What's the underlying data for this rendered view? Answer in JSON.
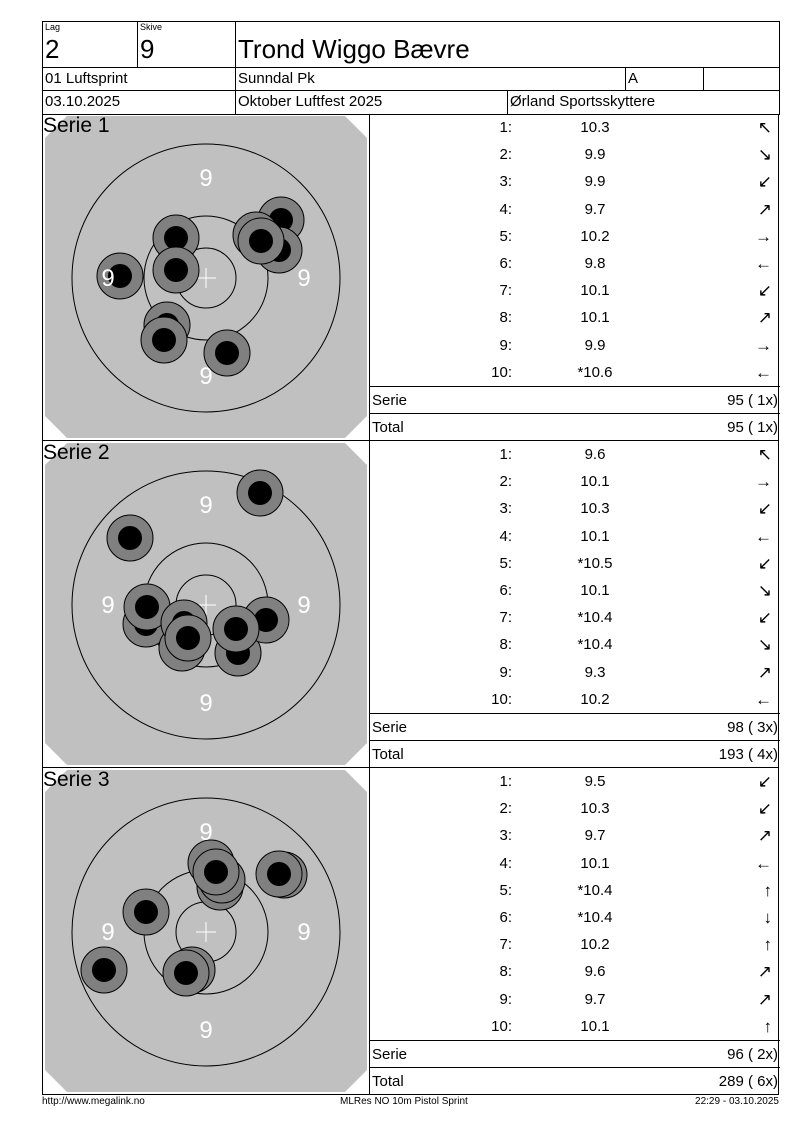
{
  "header": {
    "lag_label": "Lag",
    "lag": "2",
    "skive_label": "Skive",
    "skive": "9",
    "name": "Trond Wiggo Bævre",
    "event": "01 Luftsprint",
    "club": "Sunndal Pk",
    "class": "A",
    "class2": "",
    "date": "03.10.2025",
    "competition": "Oktober Luftfest 2025",
    "organizer": "Ørland Sportsskyttere"
  },
  "ring_label": "9",
  "series": [
    {
      "title": "Serie 1",
      "shots": [
        [
          "1:",
          "10.3",
          "↖"
        ],
        [
          "2:",
          "9.9",
          "↘"
        ],
        [
          "3:",
          "9.9",
          "↙"
        ],
        [
          "4:",
          "9.7",
          "↗"
        ],
        [
          "5:",
          "10.2",
          "→"
        ],
        [
          "6:",
          "9.8",
          "←"
        ],
        [
          "7:",
          "10.1",
          "↙"
        ],
        [
          "8:",
          "10.1",
          "↗"
        ],
        [
          "9:",
          "9.9",
          "→"
        ],
        [
          "10:",
          "*10.6",
          "←"
        ]
      ],
      "serie_label": "Serie",
      "serie": "95 ( 1x)",
      "total_label": "Total",
      "total": "95 ( 1x)"
    },
    {
      "title": "Serie 2",
      "shots": [
        [
          "1:",
          "9.6",
          "↖"
        ],
        [
          "2:",
          "10.1",
          "→"
        ],
        [
          "3:",
          "10.3",
          "↙"
        ],
        [
          "4:",
          "10.1",
          "←"
        ],
        [
          "5:",
          "*10.5",
          "↙"
        ],
        [
          "6:",
          "10.1",
          "↘"
        ],
        [
          "7:",
          "*10.4",
          "↙"
        ],
        [
          "8:",
          "*10.4",
          "↘"
        ],
        [
          "9:",
          "9.3",
          "↗"
        ],
        [
          "10:",
          "10.2",
          "←"
        ]
      ],
      "serie_label": "Serie",
      "serie": "98 ( 3x)",
      "total_label": "Total",
      "total": "193 ( 4x)"
    },
    {
      "title": "Serie 3",
      "shots": [
        [
          "1:",
          "9.5",
          "↙"
        ],
        [
          "2:",
          "10.3",
          "↙"
        ],
        [
          "3:",
          "9.7",
          "↗"
        ],
        [
          "4:",
          "10.1",
          "←"
        ],
        [
          "5:",
          "*10.4",
          "↑"
        ],
        [
          "6:",
          "*10.4",
          "↓"
        ],
        [
          "7:",
          "10.2",
          "↑"
        ],
        [
          "8:",
          "9.6",
          "↗"
        ],
        [
          "9:",
          "9.7",
          "↗"
        ],
        [
          "10:",
          "10.1",
          "↑"
        ]
      ],
      "serie_label": "Serie",
      "serie": "96 ( 2x)",
      "total_label": "Total",
      "total": "289 ( 6x)"
    }
  ],
  "footer": {
    "left": "http://www.megalink.no",
    "center": "MLRes NO 10m Pistol Sprint",
    "right": "22:29 - 03.10.2025"
  }
}
